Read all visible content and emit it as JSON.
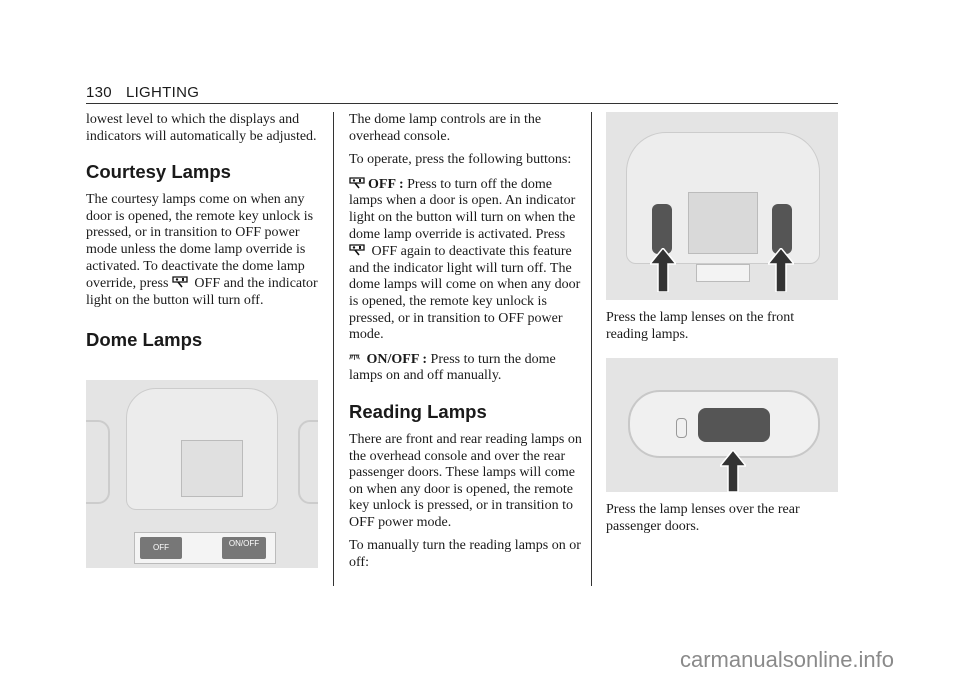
{
  "header": {
    "page_number": "130",
    "section": "LIGHTING"
  },
  "col1": {
    "intro": "lowest level to which the displays and indicators will automatically be adjusted.",
    "courtesy_heading": "Courtesy Lamps",
    "courtesy_text_1": "The courtesy lamps come on when any door is opened, the remote key unlock is pressed, or in transition to OFF power mode unless the dome lamp override is activated. To deactivate the dome lamp override, press",
    "courtesy_text_2": "OFF and the indicator light on the button will turn off.",
    "dome_heading": "Dome Lamps",
    "figure_labels": {
      "off_button": "OFF",
      "onoff_button": "ON/OFF"
    }
  },
  "col2": {
    "p1": "The dome lamp controls are in the overhead console.",
    "p2": "To operate, press the following buttons:",
    "off_label": "OFF :",
    "off_text_1": "Press to turn off the dome lamps when a door is open. An indicator light on the button will turn on when the dome lamp override is activated. Press",
    "off_text_2": "OFF again to deactivate this feature and the indicator light will turn off. The dome lamps will come on when any door is opened, the remote key unlock is pressed, or in transition to OFF power mode.",
    "onoff_label": "ON/OFF :",
    "onoff_text": "Press to turn the dome lamps on and off manually.",
    "reading_heading": "Reading Lamps",
    "reading_text": "There are front and rear reading lamps on the overhead console and over the rear passenger doors. These lamps will come on when any door is opened, the remote key unlock is pressed, or in transition to OFF power mode.",
    "reading_text_2": "To manually turn the reading lamps on or off:"
  },
  "col3": {
    "caption_front": "Press the lamp lenses on the front reading lamps.",
    "caption_rear": "Press the lamp lenses over the rear passenger doors."
  },
  "watermark": "carmanualsonline.info"
}
